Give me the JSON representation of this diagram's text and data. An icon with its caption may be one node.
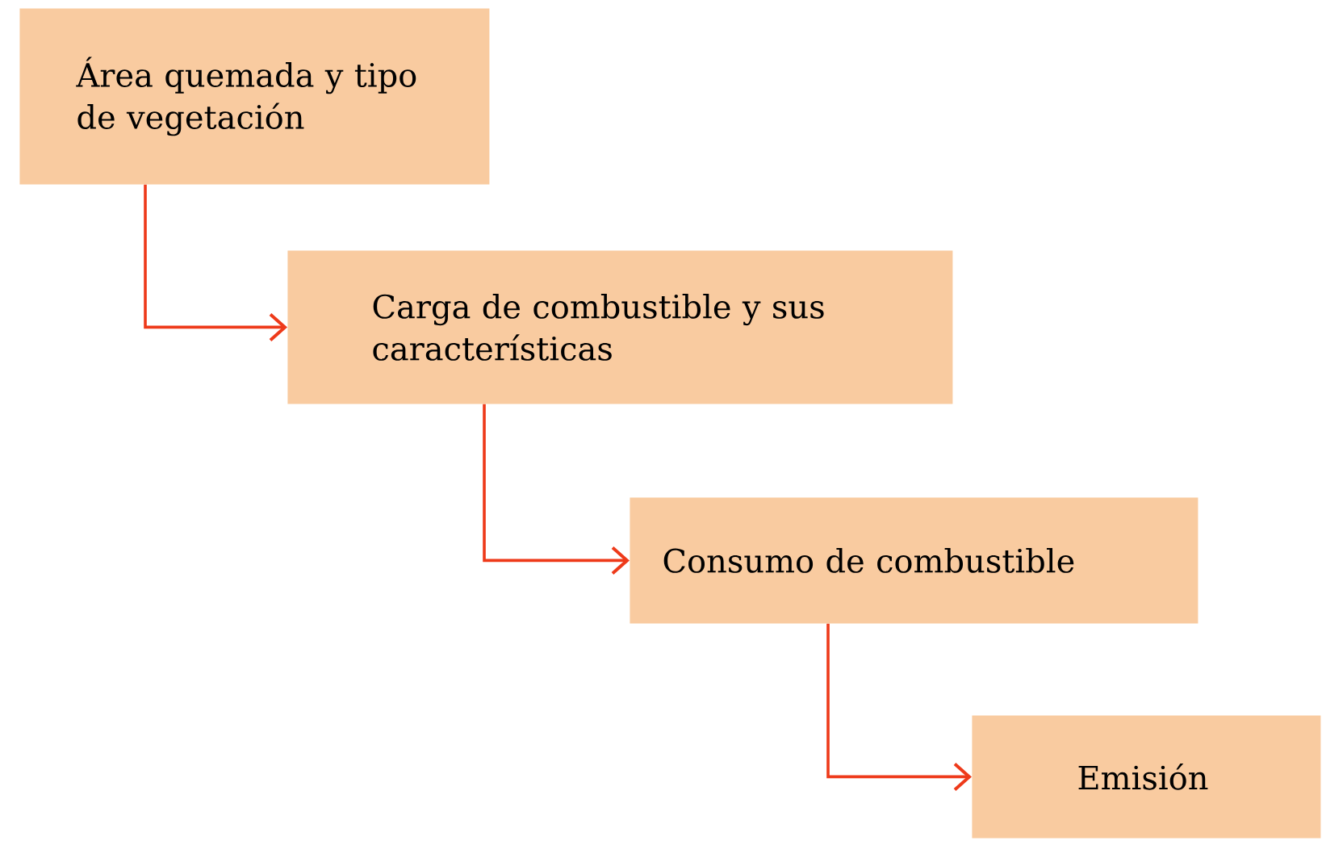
{
  "diagram": {
    "nodes": [
      {
        "text": [
          "Área quemada y tipo de vegetación"
        ]
      },
      {
        "text": [
          "Carga de combustible y sus características"
        ]
      },
      {
        "text": [
          "Consumo de combustible"
        ]
      },
      {
        "text": [
          "Emisión"
        ]
      }
    ],
    "edges": [
      {
        "from": 0,
        "to": 1,
        "arrow": "to"
      },
      {
        "from": 1,
        "to": 2,
        "arrow": "to"
      },
      {
        "from": 2,
        "to": 3,
        "arrow": "to"
      }
    ]
  }
}
